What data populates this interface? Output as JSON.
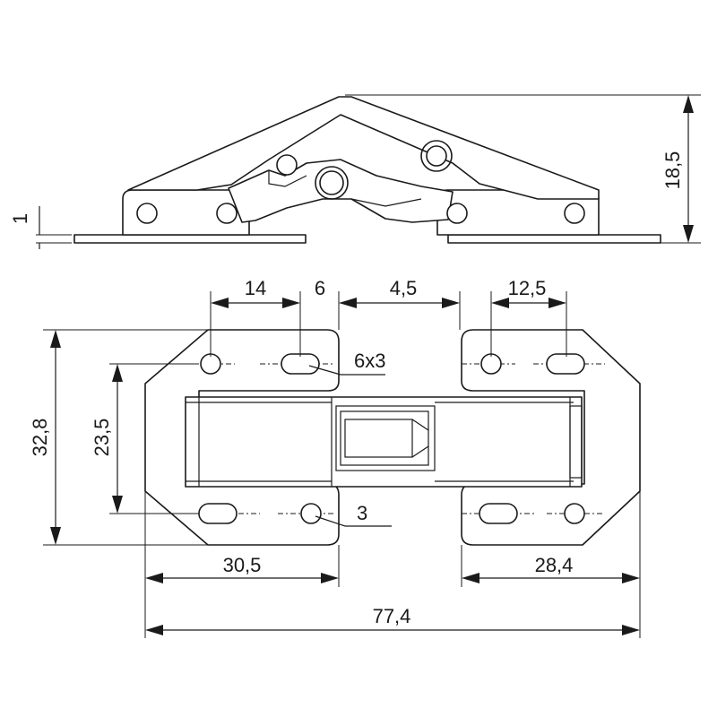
{
  "drawing": {
    "title": "",
    "line_color": "#1a1a1a",
    "background": "#ffffff"
  },
  "dimensions": {
    "side_height": "18,5",
    "side_thickness": "1",
    "slot_spacing_left": "14",
    "slot_offset": "6",
    "gap": "4,5",
    "slot_spacing_right": "12,5",
    "slot_callout": "6x3",
    "hole_callout": "3",
    "plate_height": "32,8",
    "hole_vertical_spacing": "23,5",
    "left_plate_width": "30,5",
    "right_plate_width": "28,4",
    "overall_length": "77,4"
  }
}
